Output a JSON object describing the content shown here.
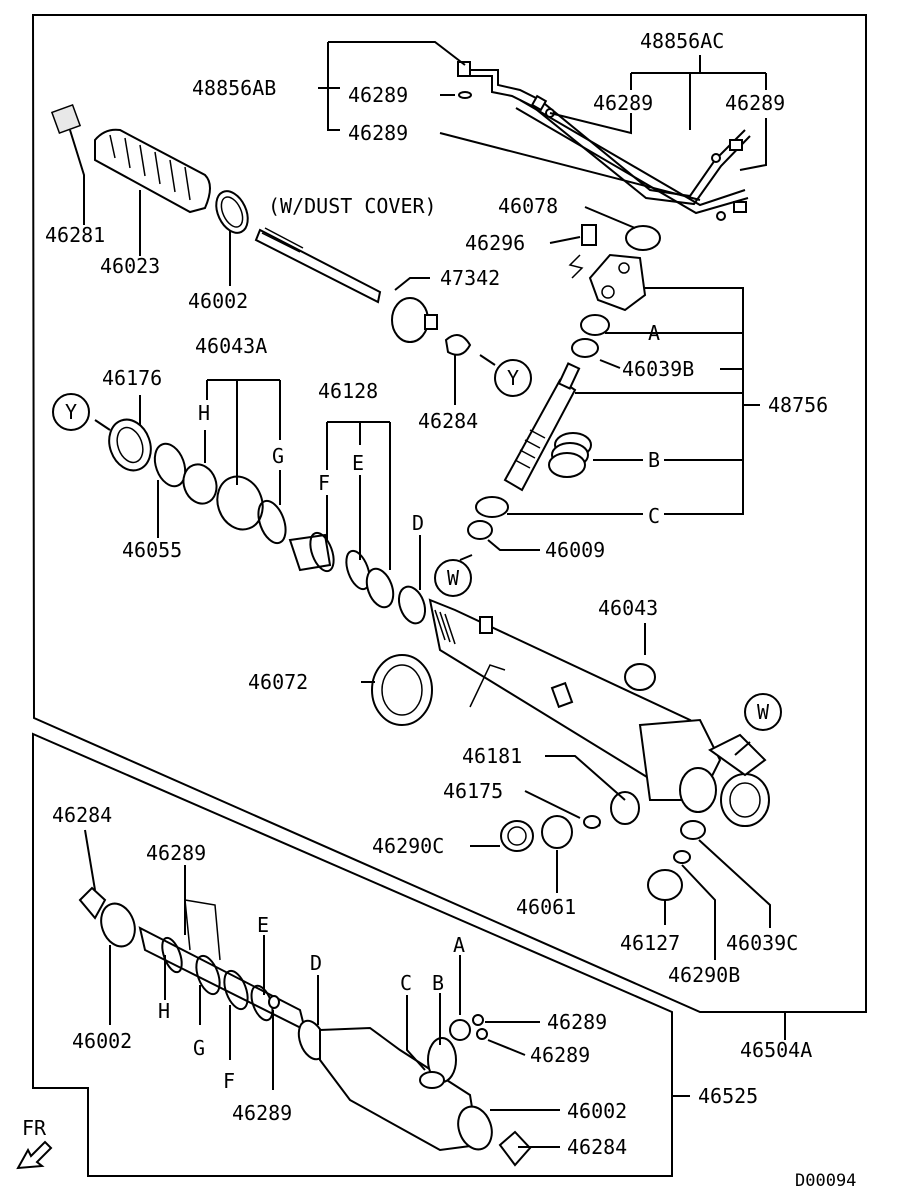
{
  "diagram_id": "D00094",
  "direction_label": "FR",
  "assemblies": {
    "main": "46504A",
    "lower": "46525"
  },
  "labels": {
    "l48856AC": "48856AC",
    "l48856AB": "48856AB",
    "l46289_a": "46289",
    "l46289_b": "46289",
    "l46289_c": "46289",
    "l46289_d": "46289",
    "l46281": "46281",
    "l46023": "46023",
    "l46002_top": "46002",
    "dust_cover": "(W/DUST COVER)",
    "l46078": "46078",
    "l46296": "46296",
    "l47342": "47342",
    "l46284_top": "46284",
    "l46043A": "46043A",
    "l46176": "46176",
    "l46128": "46128",
    "l46055": "46055",
    "lA": "A",
    "l46039B": "46039B",
    "l48756": "48756",
    "lB": "B",
    "lC": "C",
    "l46009": "46009",
    "l46043": "46043",
    "l46072": "46072",
    "l46181": "46181",
    "l46175": "46175",
    "l46290C": "46290C",
    "l46061": "46061",
    "l46127": "46127",
    "l46039C": "46039C",
    "l46290B": "46290B",
    "lH": "H",
    "lG": "G",
    "lF": "F",
    "lE": "E",
    "lD": "D",
    "circY1": "Y",
    "circY2": "Y",
    "circW1": "W",
    "circW2": "W",
    "low_46284_top": "46284",
    "low_46289_top": "46289",
    "low_E": "E",
    "low_D": "D",
    "low_A": "A",
    "low_C": "C",
    "low_B": "B",
    "low_46289_r1": "46289",
    "low_46289_r2": "46289",
    "low_46002_left": "46002",
    "low_H": "H",
    "low_G": "G",
    "low_F": "F",
    "low_46289_bot": "46289",
    "low_46002_right": "46002",
    "low_46284_bot": "46284"
  }
}
